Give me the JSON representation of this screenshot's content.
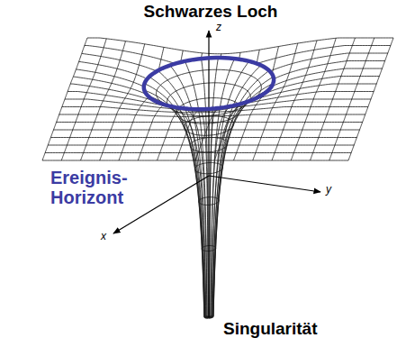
{
  "diagram": {
    "title": "Schwarzes Loch",
    "labels": [
      "z",
      "Ereignis- Horizont",
      "y",
      "x",
      "Singularität"
    ]
  }
}
